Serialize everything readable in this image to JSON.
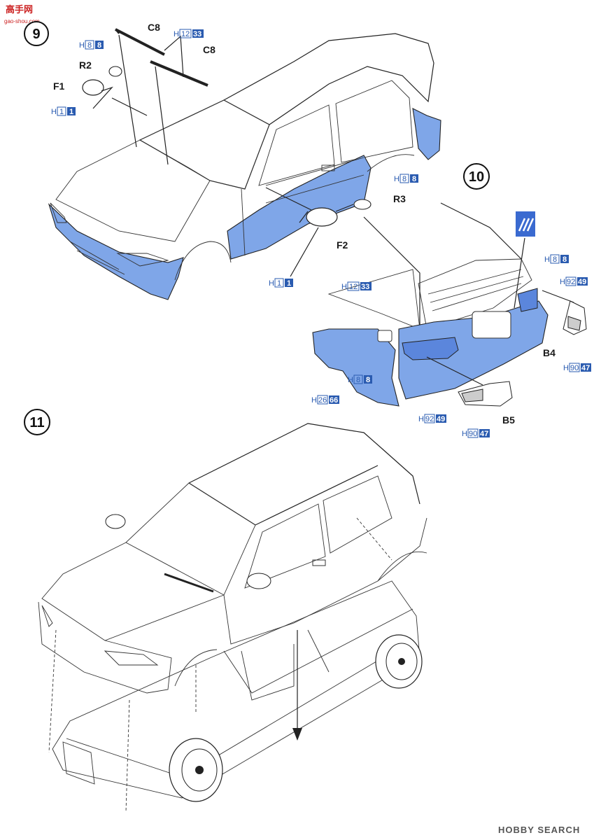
{
  "watermark": {
    "logo": "高手网",
    "url": "gao-shou.com"
  },
  "steps": {
    "s9": "9",
    "s10": "10",
    "s11": "11"
  },
  "parts": {
    "c8_a": "C8",
    "c8_b": "C8",
    "r2": "R2",
    "f1": "F1",
    "r3": "R3",
    "f2": "F2",
    "b4": "B4",
    "b5": "B5"
  },
  "paint_codes": {
    "h8_a": {
      "prefix": "H",
      "num": "8",
      "box": "8"
    },
    "h12_a": {
      "prefix": "H",
      "num": "12",
      "box": "33"
    },
    "h1_a": {
      "prefix": "H",
      "num": "1",
      "box": "1"
    },
    "h8_b": {
      "prefix": "H",
      "num": "8",
      "box": "8"
    },
    "h1_b": {
      "prefix": "H",
      "num": "1",
      "box": "1"
    },
    "h12_b": {
      "prefix": "H",
      "num": "12",
      "box": "33"
    },
    "h8_c": {
      "prefix": "H",
      "num": "8",
      "box": "8"
    },
    "h92_a": {
      "prefix": "H",
      "num": "92",
      "box": "49"
    },
    "h90_a": {
      "prefix": "H",
      "num": "90",
      "box": "47"
    },
    "h8_d": {
      "prefix": "H",
      "num": "8",
      "box": "8"
    },
    "h26": {
      "prefix": "H",
      "num": "26",
      "box": "66"
    },
    "h92_b": {
      "prefix": "H",
      "num": "92",
      "box": "49"
    },
    "h90_b": {
      "prefix": "H",
      "num": "90",
      "box": "47"
    }
  },
  "footer": "HOBBY SEARCH",
  "colors": {
    "body_blue": "#7fa6e8",
    "accent_blue": "#2a5bb0",
    "watermark_red": "#cc2222"
  }
}
